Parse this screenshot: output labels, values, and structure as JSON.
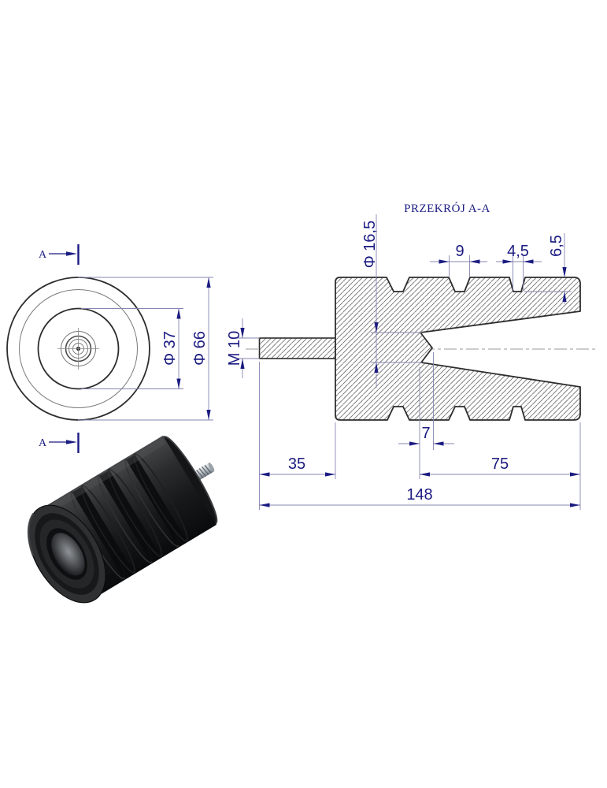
{
  "drawing": {
    "title": "PRZEKRÓJ A-A",
    "section_marker_top": "A",
    "section_marker_bottom": "A",
    "front_view": {
      "inner_diameter_label": "Φ 37",
      "outer_diameter_label": "Φ 66"
    },
    "section_view": {
      "bore_diameter_label": "Φ 16,5",
      "groove_opening_label": "9",
      "groove_bottom_label": "4,5",
      "groove_depth_label": "6,5",
      "thread_label": "M 10",
      "apex_offset_label": "7",
      "stud_length_label": "35",
      "cone_length_label": "75",
      "total_length_label": "148"
    },
    "colors": {
      "dimension_text": "#1b1b82",
      "dimension_line": "#8585b0",
      "outline": "#2d2d2d",
      "hatch": "#6a6a6a",
      "centerline": "#999999",
      "rubber_body": "#1a1b1d",
      "stud_metal": "#c3cad0",
      "background": "#ffffff"
    }
  }
}
